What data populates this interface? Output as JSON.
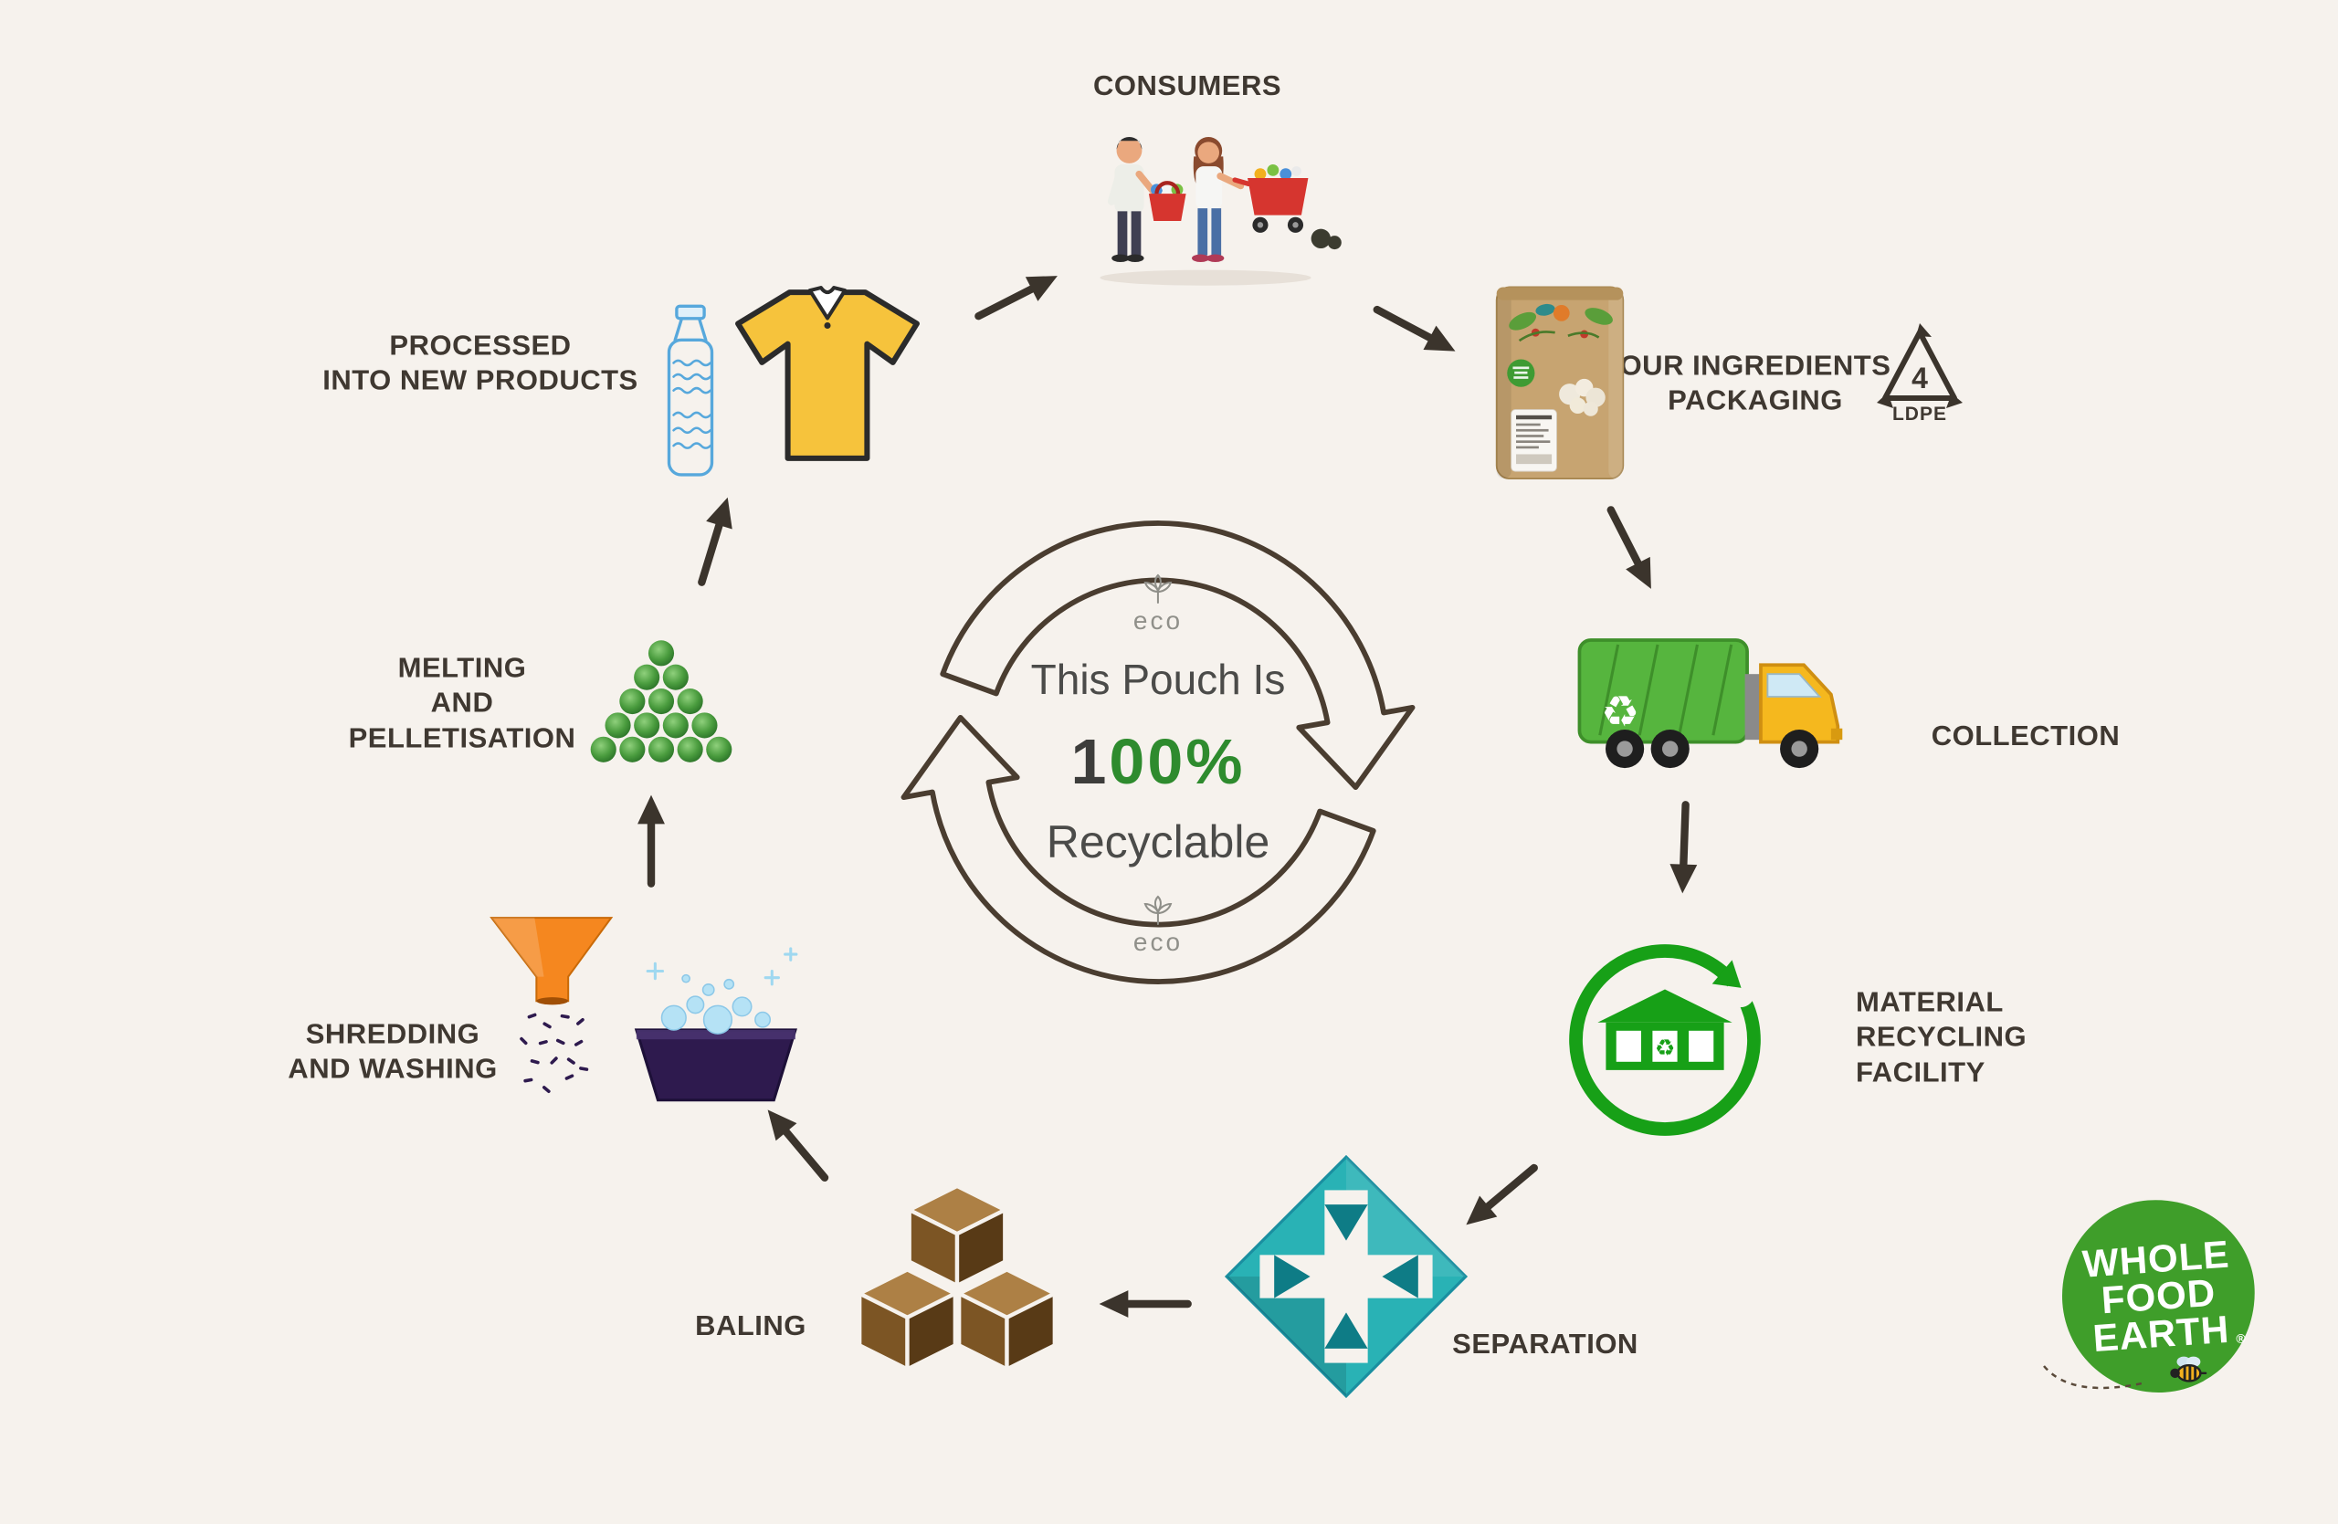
{
  "center": {
    "eco": "eco",
    "line1": "This Pouch Is",
    "pct_dark": "1",
    "pct_green": "00%",
    "line2": "Recyclable"
  },
  "labels": {
    "consumers": "CONSUMERS",
    "packaging": "OUR INGREDIENTS\nPACKAGING",
    "collection": "COLLECTION",
    "mrf": "MATERIAL\nRECYCLING\nFACILITY",
    "separation": "SEPARATION",
    "baling": "BALING",
    "shredding": "SHREDDING\nAND WASHING",
    "melting": "MELTING\nAND\nPELLETISATION",
    "products": "PROCESSED\nINTO NEW PRODUCTS"
  },
  "ldpe": {
    "number": "4",
    "code": "LDPE"
  },
  "glyphs": {
    "recycle": "♻"
  },
  "logo": {
    "line1": "WHOLE",
    "line2": "FOOD",
    "line3": "EARTH",
    "reg": "®"
  },
  "colors": {
    "background": "#f6f2ed",
    "ink": "#3f3831",
    "arrow": "#3b342c",
    "accent_green": "#17a017",
    "logo_green": "#3f9e2a",
    "center_green": "#2e8b2e",
    "teal": "#29b2b5",
    "kraft": "#c7a471",
    "orange": "#f5871f",
    "truck_green": "#56b53e",
    "cab_yellow": "#f5b81e",
    "bale_brown": "#7c5524",
    "bottle_blue": "#57a8dc",
    "shirt_yellow": "#f6c33c",
    "indigo": "#2e1a4e"
  }
}
